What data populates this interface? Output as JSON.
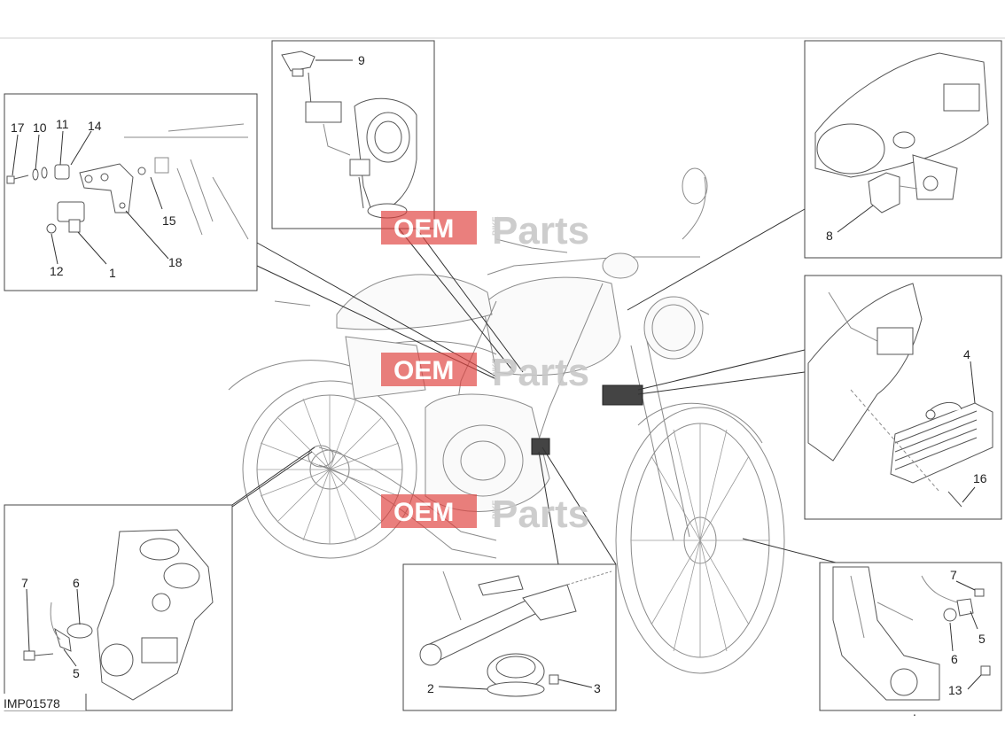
{
  "diagram": {
    "code": "IMP01578",
    "watermark": {
      "left": "OEM",
      "bike": "BIKE",
      "right": "Parts",
      "pa_color": "#e0433f",
      "oem_bg": "#e0433f"
    },
    "callouts": {
      "c17": "17",
      "c10": "10",
      "c11": "11",
      "c14": "14",
      "c15": "15",
      "c12": "12",
      "c1": "1",
      "c18": "18",
      "c9": "9",
      "c8": "8",
      "c4": "4",
      "c16": "16",
      "c7a": "7",
      "c6a": "6",
      "c5a": "5",
      "c2": "2",
      "c3": "3",
      "c7b": "7",
      "c5b": "5",
      "c6b": "6",
      "c13": "13"
    }
  }
}
